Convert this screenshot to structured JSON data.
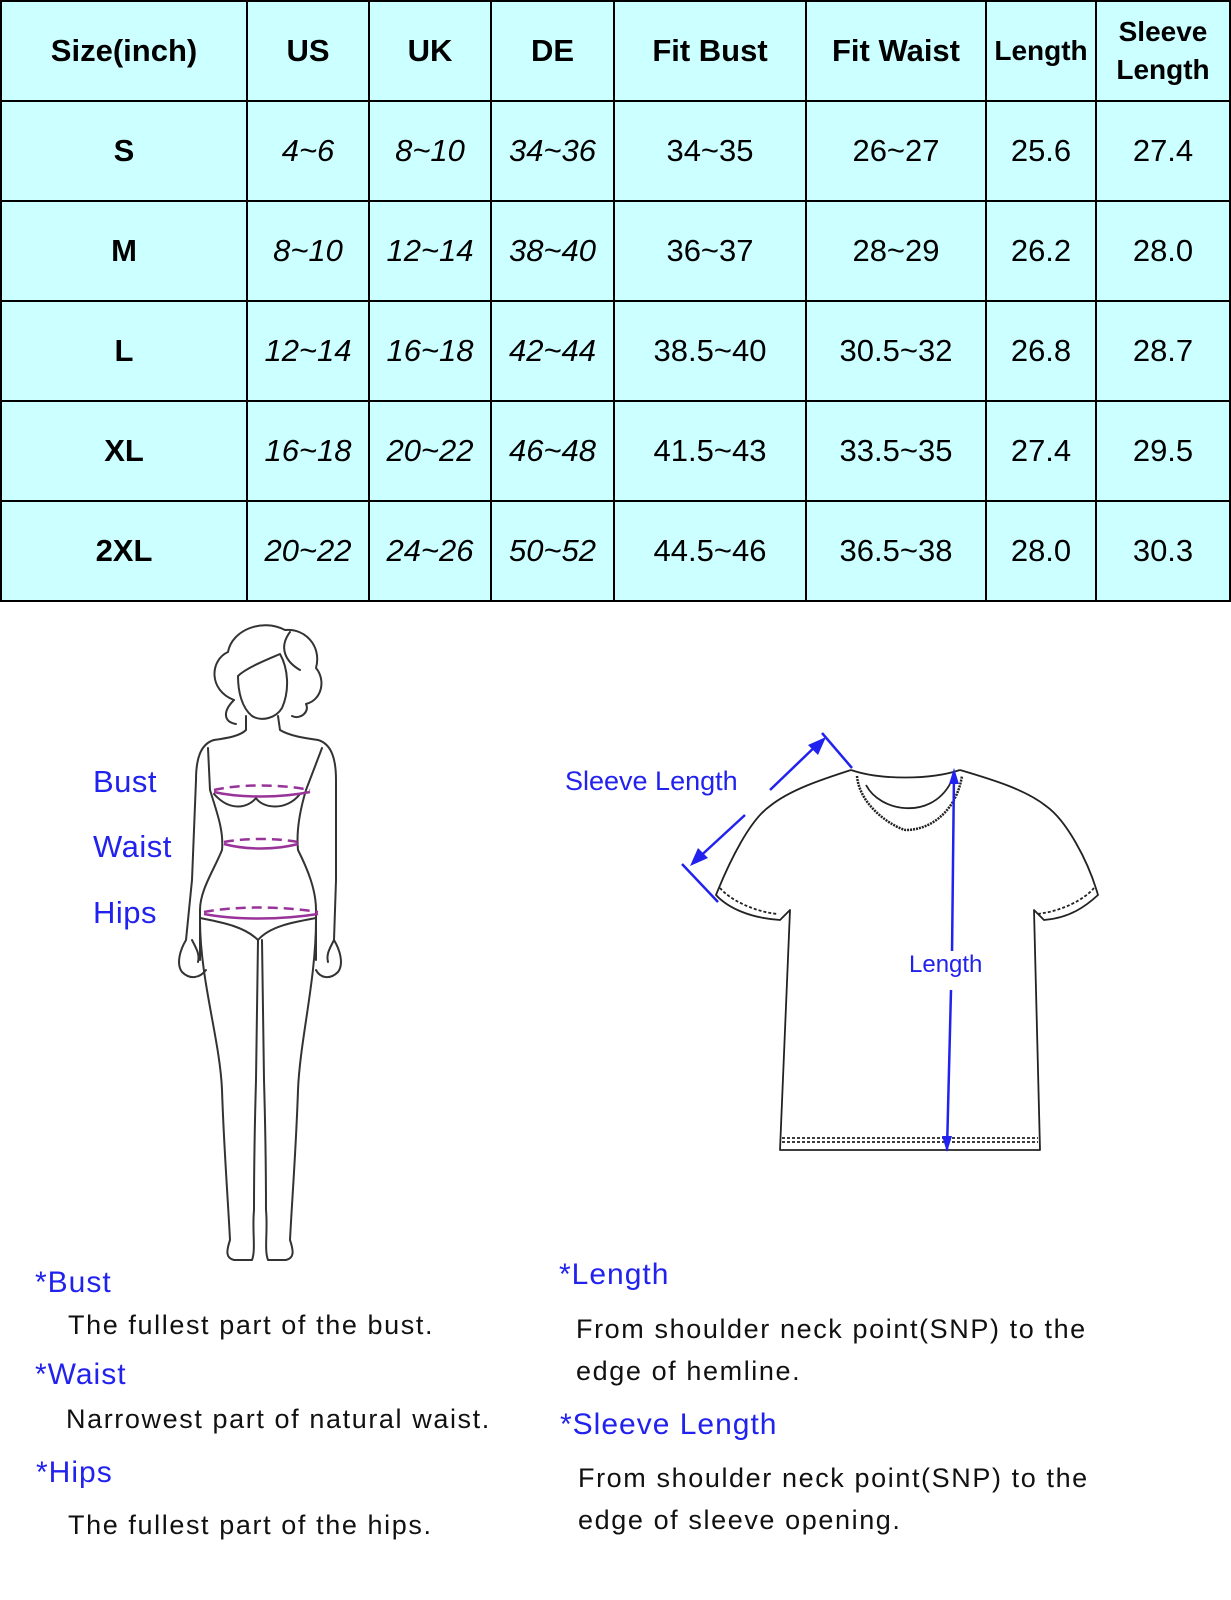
{
  "table": {
    "headers": [
      "Size(inch)",
      "US",
      "UK",
      "DE",
      "Fit Bust",
      "Fit Waist",
      "Length",
      "Sleeve Length"
    ],
    "header_sleeve_line1": "Sleeve",
    "header_sleeve_line2": "Length",
    "rows": [
      {
        "size": "S",
        "us": "4~6",
        "uk": "8~10",
        "de": "34~36",
        "fit_bust": "34~35",
        "fit_waist": "26~27",
        "length": "25.6",
        "sleeve_length": "27.4"
      },
      {
        "size": "M",
        "us": "8~10",
        "uk": "12~14",
        "de": "38~40",
        "fit_bust": "36~37",
        "fit_waist": "28~29",
        "length": "26.2",
        "sleeve_length": "28.0"
      },
      {
        "size": "L",
        "us": "12~14",
        "uk": "16~18",
        "de": "42~44",
        "fit_bust": "38.5~40",
        "fit_waist": "30.5~32",
        "length": "26.8",
        "sleeve_length": "28.7"
      },
      {
        "size": "XL",
        "us": "16~18",
        "uk": "20~22",
        "de": "46~48",
        "fit_bust": "41.5~43",
        "fit_waist": "33.5~35",
        "length": "27.4",
        "sleeve_length": "29.5"
      },
      {
        "size": "2XL",
        "us": "20~22",
        "uk": "24~26",
        "de": "50~52",
        "fit_bust": "44.5~46",
        "fit_waist": "36.5~38",
        "length": "28.0",
        "sleeve_length": "30.3"
      }
    ],
    "background_color": "#ccffff",
    "border_color": "#000000"
  },
  "body_figure": {
    "labels": {
      "bust": "Bust",
      "waist": "Waist",
      "hips": "Hips"
    },
    "measure_line_color": "#993399"
  },
  "shirt_figure": {
    "labels": {
      "sleeve_length": "Sleeve Length",
      "length": "Length"
    },
    "arrow_color": "#2222ee"
  },
  "definitions": {
    "left": [
      {
        "term": "*Bust",
        "description": "The fullest part of the bust."
      },
      {
        "term": "*Waist",
        "description": "Narrowest part of natural waist."
      },
      {
        "term": "*Hips",
        "description": "The fullest part of the hips."
      }
    ],
    "right": [
      {
        "term": "*Length",
        "description_line1": "From shoulder neck point(SNP) to the",
        "description_line2": "edge of hemline."
      },
      {
        "term": "*Sleeve Length",
        "description_line1": "From shoulder neck point(SNP) to the",
        "description_line2": "edge of sleeve opening."
      }
    ]
  },
  "colors": {
    "accent_blue": "#2222ee",
    "text": "#111111"
  }
}
